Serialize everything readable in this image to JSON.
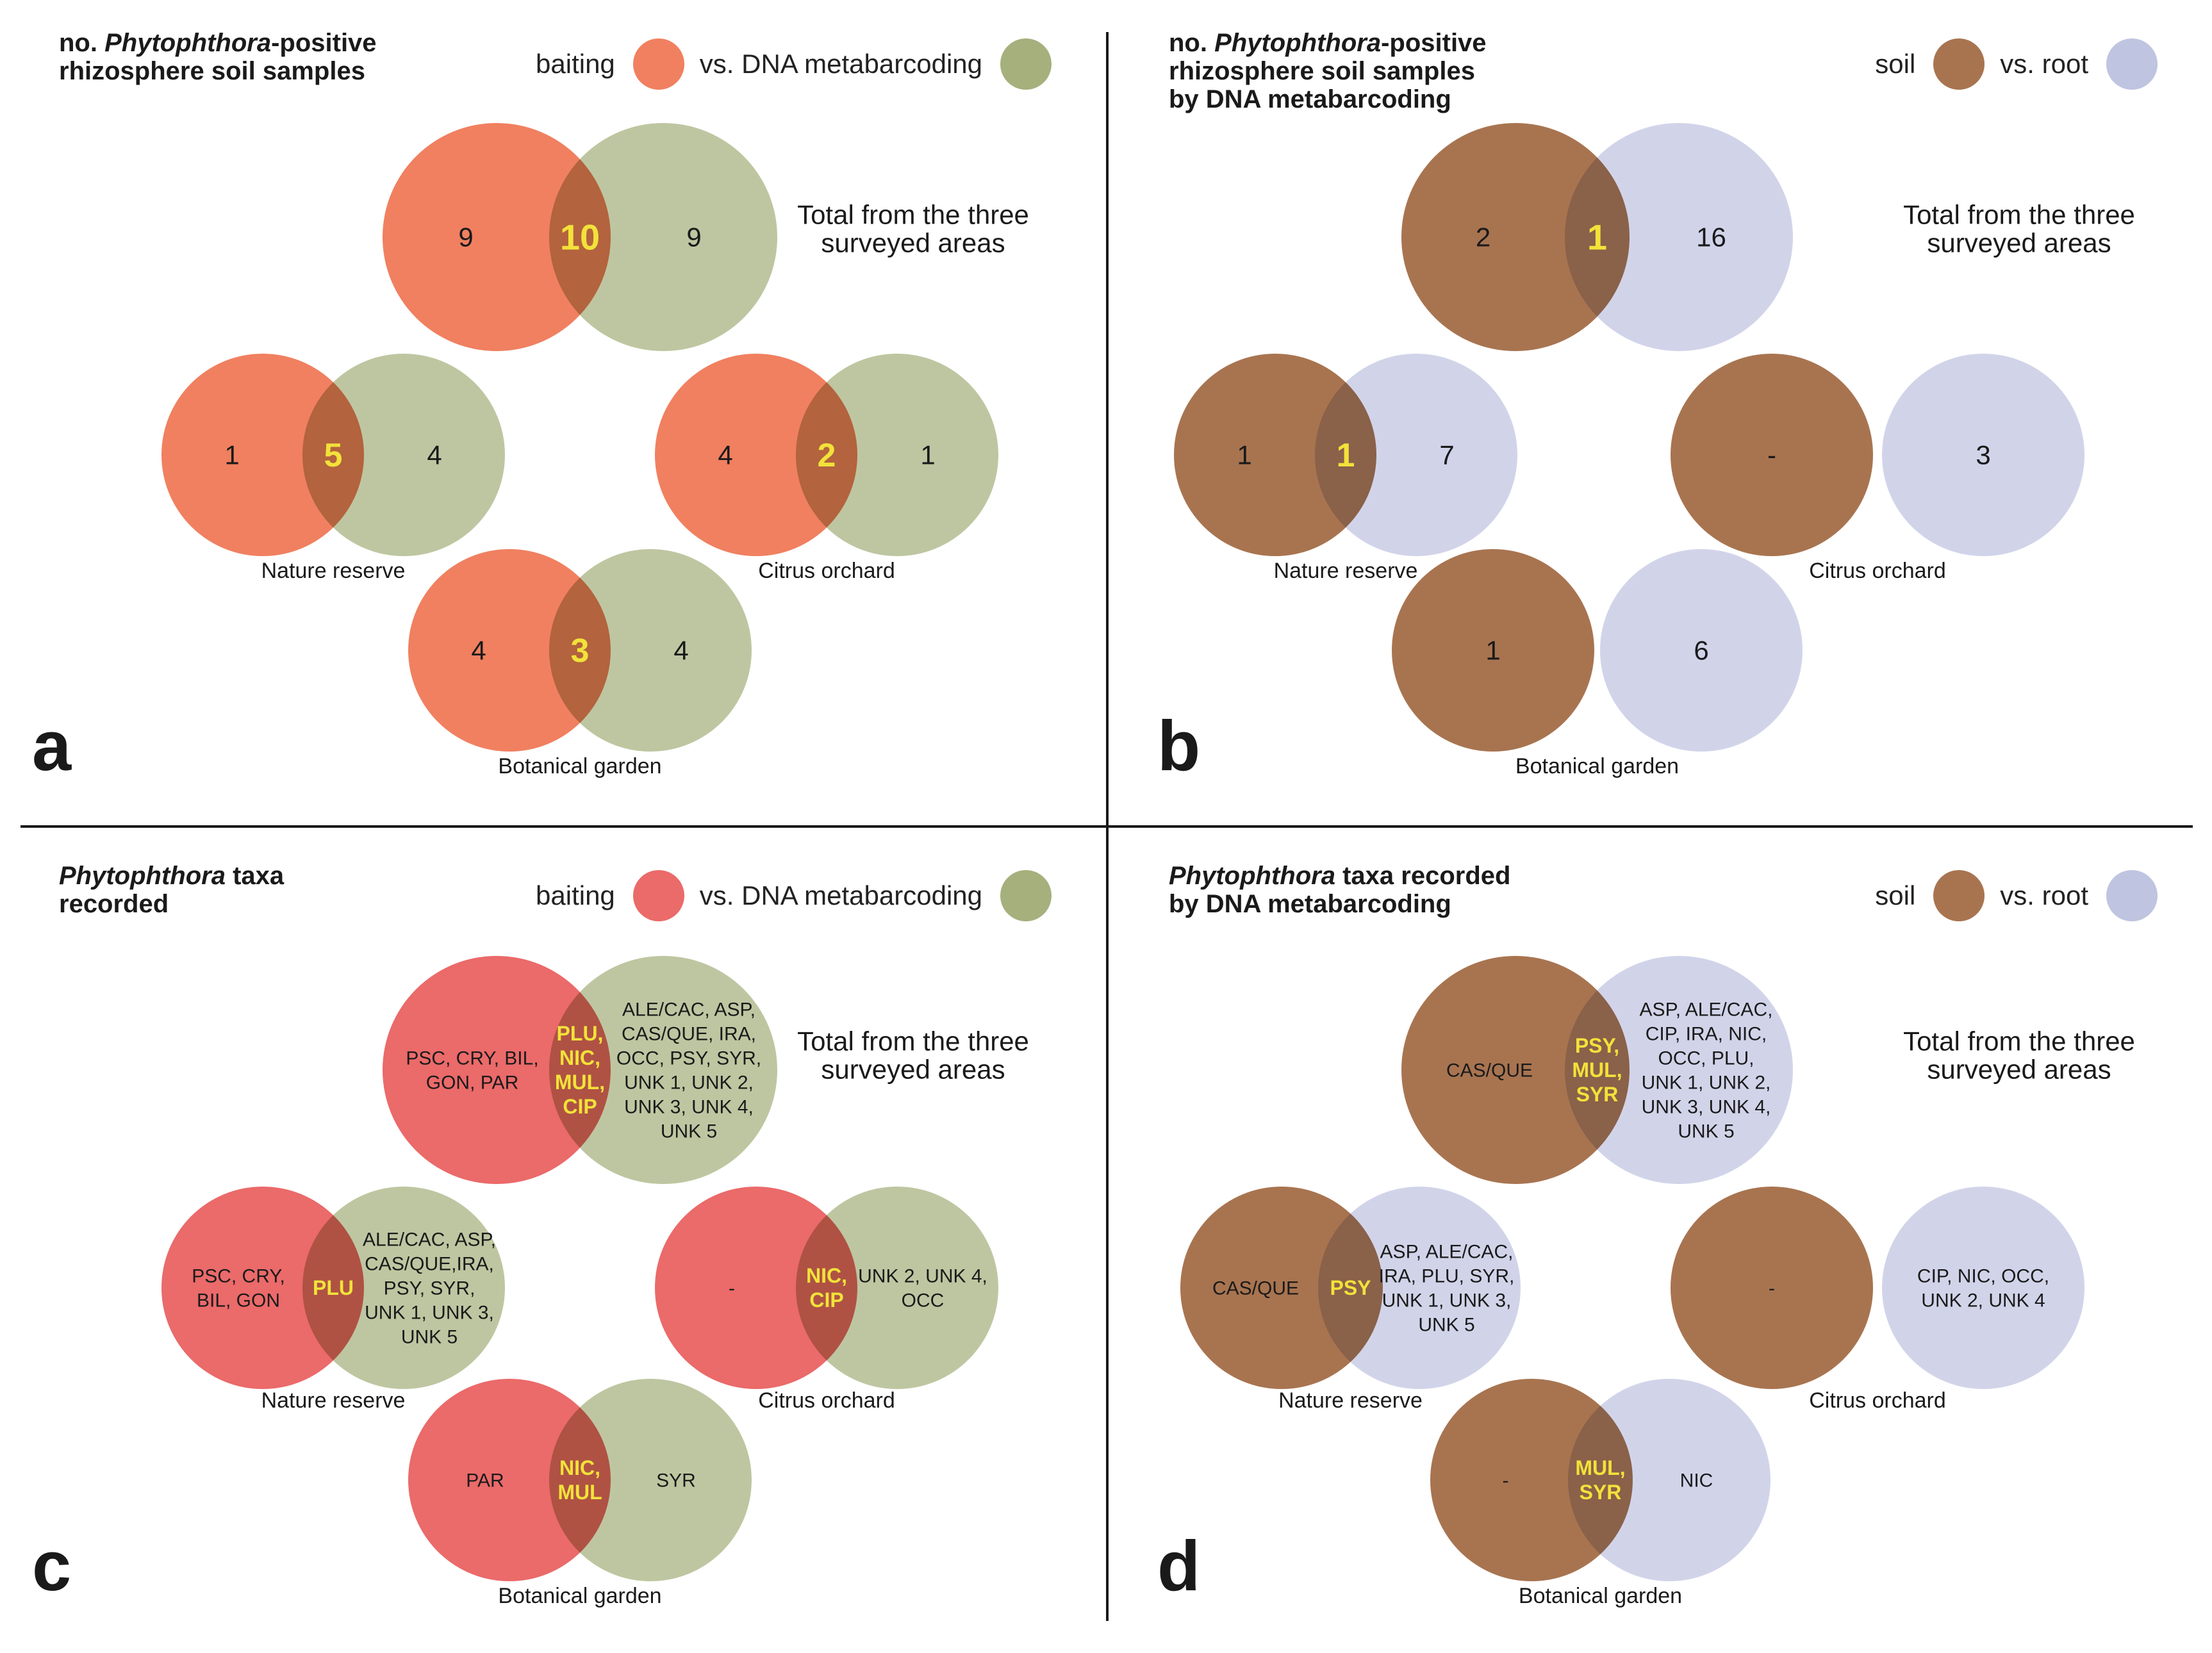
{
  "colors": {
    "baiting": "#f08060",
    "baiting_taxa": "#eb6a6a",
    "dna": "#a5b07d",
    "soil": "#a87450",
    "root": "#bfc4e0",
    "highlight": "#f2e23a",
    "text": "#1a1a1a"
  },
  "panels": [
    {
      "letter": "a",
      "title_lines": [
        [
          {
            "t": "no. ",
            "i": false
          },
          {
            "t": "Phytophthora",
            "i": true
          },
          {
            "t": "-positive",
            "i": false
          }
        ],
        [
          {
            "t": "rhizosphere soil samples",
            "i": false
          }
        ]
      ],
      "legend": {
        "a": "baiting",
        "b": "vs. DNA metabarcoding",
        "color_a": "baiting",
        "color_b": "dna"
      },
      "total_note": [
        "Total from the three",
        "surveyed areas"
      ],
      "venns": [
        {
          "role": "total",
          "left": "9",
          "overlap": "10",
          "right": "9",
          "label": ""
        },
        {
          "role": "nature",
          "left": "1",
          "overlap": "5",
          "right": "4",
          "label": "Nature reserve"
        },
        {
          "role": "citrus",
          "left": "4",
          "overlap": "2",
          "right": "1",
          "label": "Citrus orchard"
        },
        {
          "role": "botanical",
          "left": "4",
          "overlap": "3",
          "right": "4",
          "label": "Botanical garden"
        }
      ]
    },
    {
      "letter": "b",
      "title_lines": [
        [
          {
            "t": "no. ",
            "i": false
          },
          {
            "t": "Phytophthora",
            "i": true
          },
          {
            "t": "-positive",
            "i": false
          }
        ],
        [
          {
            "t": "rhizosphere soil samples",
            "i": false
          }
        ],
        [
          {
            "t": "by DNA metabarcoding",
            "i": false
          }
        ]
      ],
      "legend": {
        "a": "soil",
        "b": "vs. root",
        "color_a": "soil",
        "color_b": "root"
      },
      "total_note": [
        "Total from the three",
        "surveyed areas"
      ],
      "venns": [
        {
          "role": "total",
          "left": "2",
          "overlap": "1",
          "right": "16",
          "label": ""
        },
        {
          "role": "nature",
          "left": "1",
          "overlap": "1",
          "right": "7",
          "label": "Nature reserve"
        },
        {
          "role": "citrus",
          "left": "-",
          "overlap": null,
          "right": "3",
          "label": "Citrus orchard"
        },
        {
          "role": "botanical",
          "left": "1",
          "overlap": null,
          "right": "6",
          "label": "Botanical garden"
        }
      ]
    },
    {
      "letter": "c",
      "title_lines": [
        [
          {
            "t": "Phytophthora",
            "i": true
          },
          {
            "t": " taxa",
            "i": false
          }
        ],
        [
          {
            "t": "recorded",
            "i": false
          }
        ]
      ],
      "legend": {
        "a": "baiting",
        "b": "vs. DNA metabarcoding",
        "color_a": "baiting_taxa",
        "color_b": "dna"
      },
      "total_note": [
        "Total from the three",
        "surveyed areas"
      ],
      "venns": [
        {
          "role": "total",
          "left": "PSC, CRY, BIL,\nGON, PAR",
          "overlap": "PLU,\nNIC,\nMUL,\nCIP",
          "right": "ALE/CAC, ASP,\nCAS/QUE, IRA,\nOCC, PSY, SYR,\nUNK 1, UNK 2,\nUNK 3, UNK 4,\nUNK 5",
          "label": ""
        },
        {
          "role": "nature",
          "left": "PSC, CRY,\nBIL, GON",
          "overlap": "PLU",
          "right": "ALE/CAC, ASP,\nCAS/QUE,IRA,\nPSY, SYR,\nUNK 1, UNK 3,\nUNK 5",
          "label": "Nature reserve"
        },
        {
          "role": "citrus",
          "left": "-",
          "overlap": "NIC,\nCIP",
          "right": "UNK 2, UNK 4,\nOCC",
          "label": "Citrus orchard"
        },
        {
          "role": "botanical",
          "left": "PAR",
          "overlap": "NIC,\nMUL",
          "right": "SYR",
          "label": "Botanical garden"
        }
      ]
    },
    {
      "letter": "d",
      "title_lines": [
        [
          {
            "t": "Phytophthora",
            "i": true
          },
          {
            "t": " taxa recorded",
            "i": false
          }
        ],
        [
          {
            "t": "by DNA metabarcoding",
            "i": false
          }
        ]
      ],
      "legend": {
        "a": "soil",
        "b": "vs. root",
        "color_a": "soil",
        "color_b": "root"
      },
      "total_note": [
        "Total from the three",
        "surveyed areas"
      ],
      "venns": [
        {
          "role": "total",
          "left": "CAS/QUE",
          "overlap": "PSY,\nMUL,\nSYR",
          "right": "ASP, ALE/CAC,\nCIP, IRA, NIC,\nOCC, PLU,\nUNK 1, UNK 2,\nUNK 3, UNK 4,\nUNK 5",
          "label": ""
        },
        {
          "role": "nature",
          "left": "CAS/QUE",
          "overlap": "PSY",
          "right": "ASP, ALE/CAC,\nIRA, PLU, SYR,\nUNK 1, UNK 3,\nUNK 5",
          "label": "Nature reserve"
        },
        {
          "role": "citrus",
          "left": "-",
          "overlap": null,
          "right": "CIP, NIC, OCC,\nUNK 2, UNK 4",
          "label": "Citrus orchard"
        },
        {
          "role": "botanical",
          "left": "-",
          "overlap": "MUL,\nSYR",
          "right": "NIC",
          "label": "Botanical garden"
        }
      ]
    }
  ]
}
